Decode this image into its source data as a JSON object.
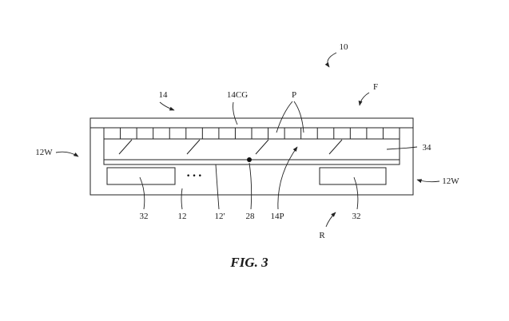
{
  "figure": {
    "caption": "FIG. 3",
    "ellipsis": "•••",
    "labels": {
      "device": "10",
      "front": "F",
      "rear": "R",
      "display_layer": "14",
      "cover_glass": "14CG",
      "pixels": "P",
      "pixel_layer": "14P",
      "housing_wall_left": "12W",
      "housing_wall_right": "12W",
      "layer_34": "34",
      "component_left": "32",
      "component_right": "32",
      "housing": "12",
      "housing_inner": "12'",
      "point_28": "28"
    }
  }
}
